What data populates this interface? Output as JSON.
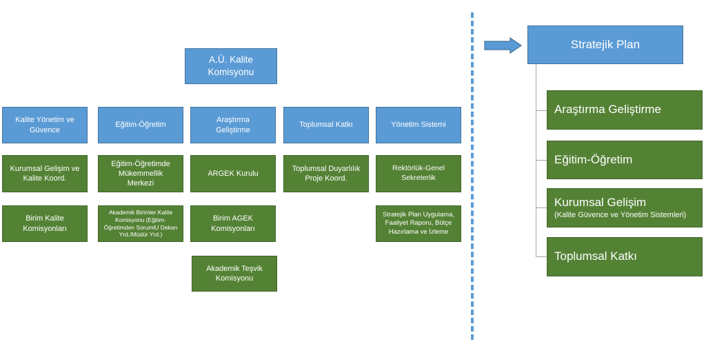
{
  "top": "A.Ü. Kalite Komisyonu",
  "columns": [
    {
      "header": "Kalite Yönetim ve Güvence",
      "items": [
        "Kurumsal Gelişim ve Kalite Koord.",
        "Birim Kalite Komisyonları"
      ]
    },
    {
      "header": "Eğitim-Öğretim",
      "items": [
        "Eğitim-Öğretimde Mükemmellik Merkezi",
        "Akademik Birimler Kalite Komisyonu (Eğitim-Öğretimden SorumlU Dekan Yrd./Müdür Yrd.)"
      ]
    },
    {
      "header": "Araştırma Geliştirme",
      "items": [
        "ARGEK Kurulu",
        "Birim AGEK Komisyonları",
        "Akademik Teşvik Komisyonu"
      ]
    },
    {
      "header": "Toplumsal Katkı",
      "items": [
        "Toplumsal Duyarlılık Proje Koord."
      ]
    },
    {
      "header": "Yönetim Sistemi",
      "items": [
        "Rektörlük-Genel Sekreterlik",
        "Stratejik Plan Uygulama, Faaliyet Raporu, Bütçe Hazırlama  ve İzleme"
      ]
    }
  ],
  "strategic": {
    "title": "Stratejik Plan",
    "items": [
      "Araştırma Geliştirme",
      "Eğitim-Öğretim",
      "Kurumsal Gelişim",
      "Toplumsal Katkı"
    ],
    "sub": "(Kalite Güvence ve Yönetim Sistemleri)"
  }
}
